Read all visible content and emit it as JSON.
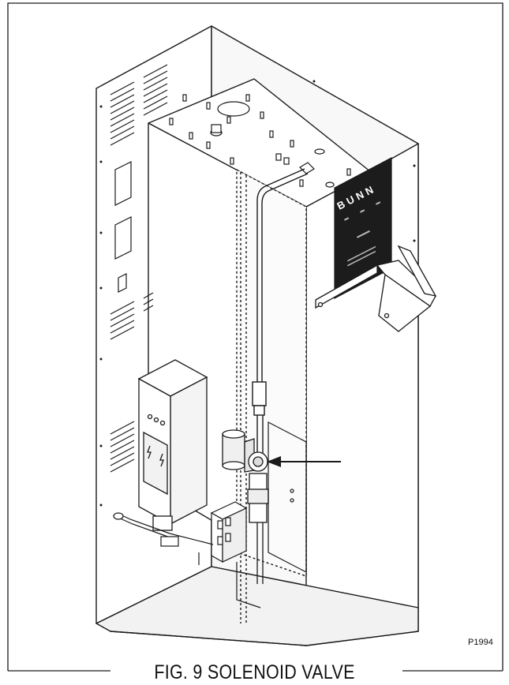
{
  "figure": {
    "caption": "FIG. 9 SOLENOID VALVE",
    "part_code": "P1994",
    "brand": "BUNN",
    "pointer_target": "solenoid-valve"
  },
  "colors": {
    "line": "#1a1a1a",
    "panel": "#ffffff",
    "dark_panel": "#1c1c1c",
    "shade": "#e6e6e6"
  }
}
